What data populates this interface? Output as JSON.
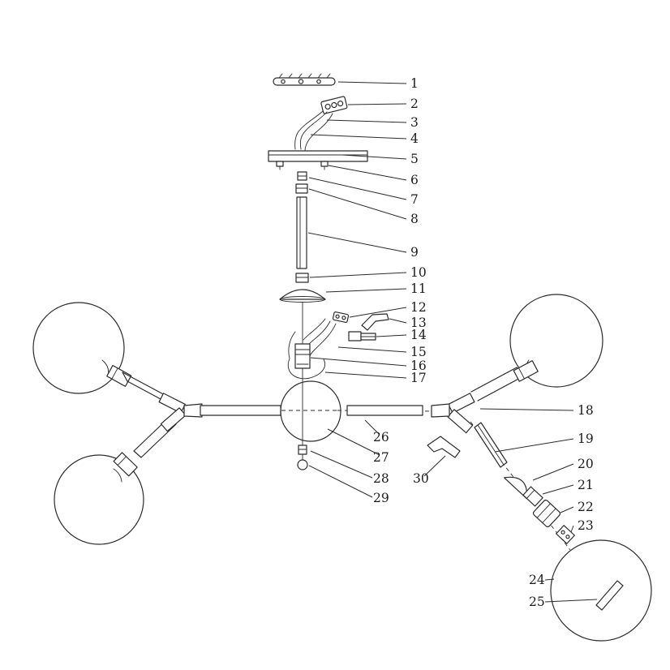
{
  "colors": {
    "background": "#ffffff",
    "ink": "#2b2b2b"
  },
  "diagram": {
    "kind": "exploded-parts-diagram",
    "subject": "multi-globe chandelier light fixture",
    "callouts": [
      {
        "label": "1"
      },
      {
        "label": "2"
      },
      {
        "label": "3"
      },
      {
        "label": "4"
      },
      {
        "label": "5"
      },
      {
        "label": "6"
      },
      {
        "label": "7"
      },
      {
        "label": "8"
      },
      {
        "label": "9"
      },
      {
        "label": "10"
      },
      {
        "label": "11"
      },
      {
        "label": "12"
      },
      {
        "label": "13"
      },
      {
        "label": "14"
      },
      {
        "label": "15"
      },
      {
        "label": "16"
      },
      {
        "label": "17"
      },
      {
        "label": "18"
      },
      {
        "label": "19"
      },
      {
        "label": "20"
      },
      {
        "label": "21"
      },
      {
        "label": "22"
      },
      {
        "label": "23"
      },
      {
        "label": "24"
      },
      {
        "label": "25"
      },
      {
        "label": "26"
      },
      {
        "label": "27"
      },
      {
        "label": "28"
      },
      {
        "label": "29"
      },
      {
        "label": "30"
      }
    ]
  }
}
